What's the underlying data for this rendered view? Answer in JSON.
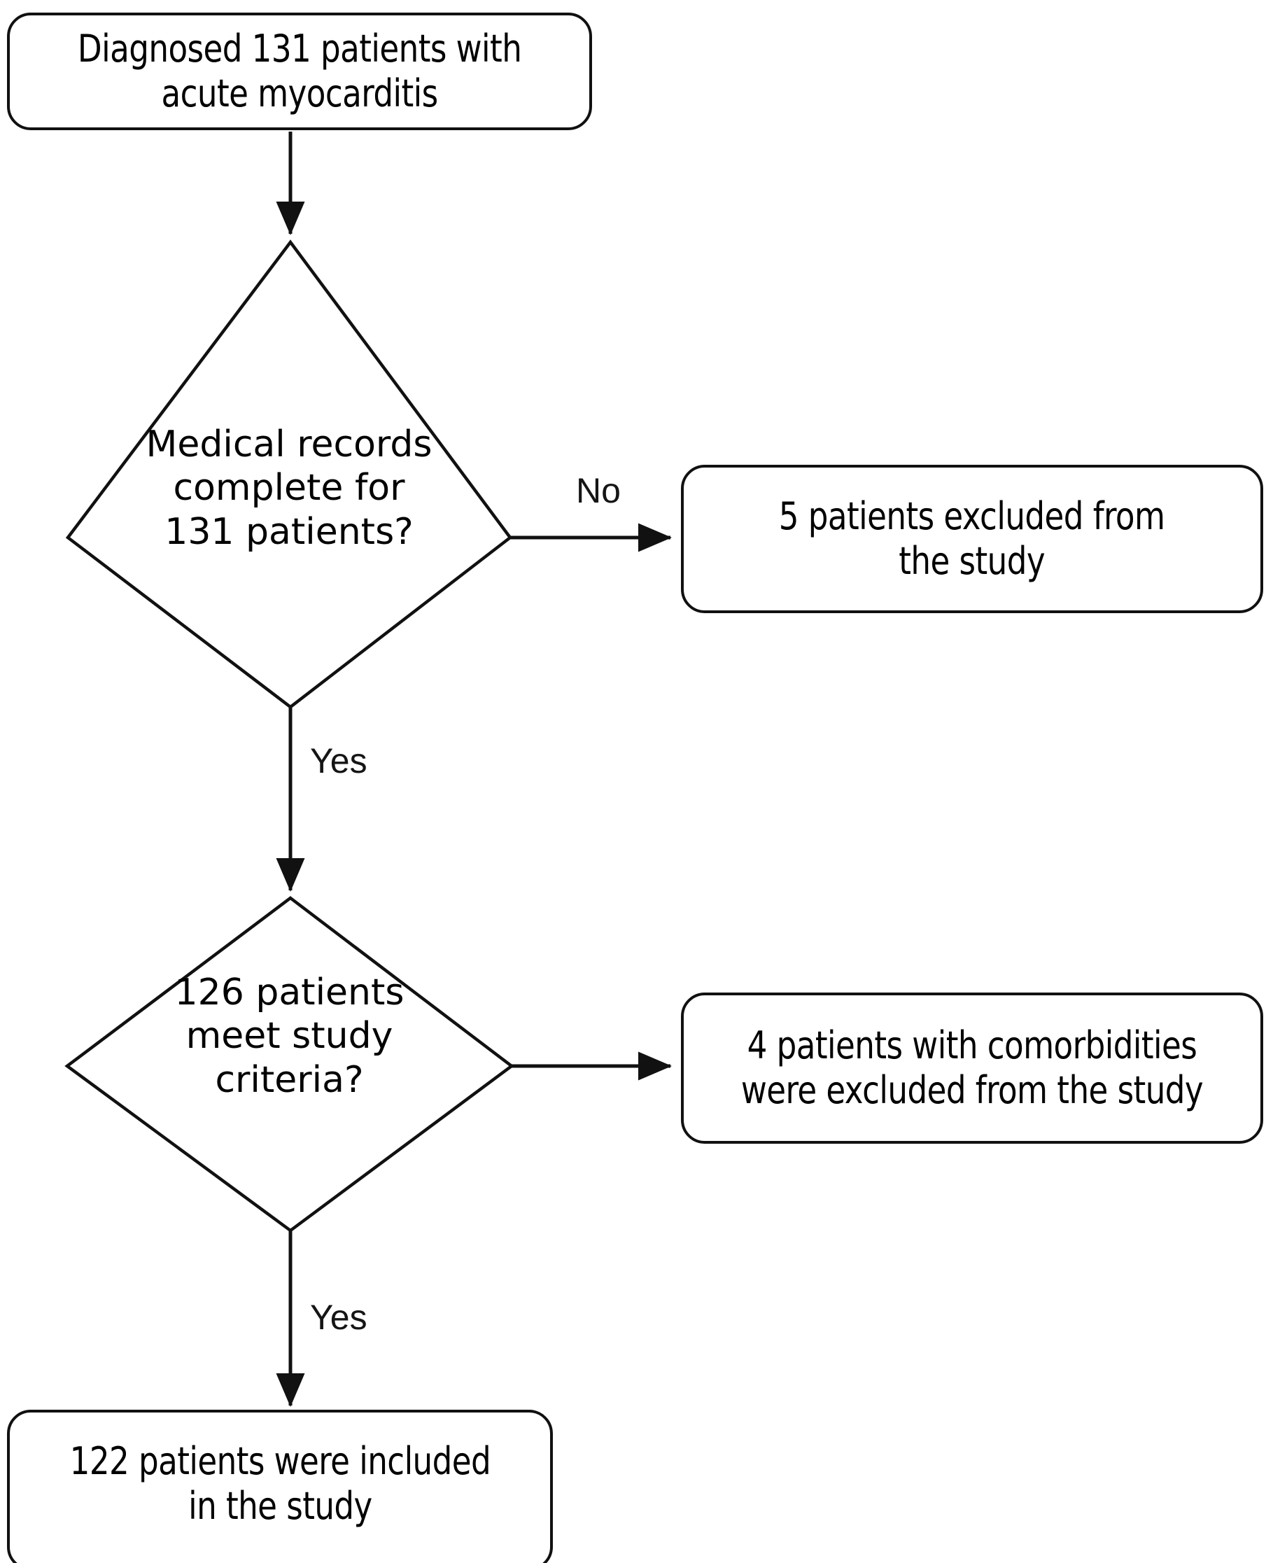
{
  "diagram": {
    "title": "Patient selection flowchart for acute myocarditis study",
    "stroke_color": "#111111",
    "text_color": "#000000",
    "background_color": "#ffffff"
  },
  "nodes": {
    "start_box": {
      "type": "terminator",
      "text": "Diagnosed 131 patients with\nacute myocarditis"
    },
    "decision_records": {
      "type": "decision",
      "text": "Medical records\ncomplete for\n131 patients?"
    },
    "excluded_incomplete": {
      "type": "process",
      "text": "5 patients excluded from\nthe study"
    },
    "decision_criteria": {
      "type": "decision",
      "text": "126 patients\nmeet study\ncriteria?"
    },
    "excluded_comorbidities": {
      "type": "process",
      "text": "4 patients with comorbidities\nwere excluded from the study"
    },
    "end_box": {
      "type": "terminator",
      "text": "122 patients were included\nin the study"
    }
  },
  "edge_labels": {
    "records_no": "No",
    "records_yes": "Yes",
    "criteria_yes": "Yes"
  },
  "counts": {
    "diagnosed": 131,
    "excluded_incomplete_records": 5,
    "meeting_criteria": 126,
    "excluded_comorbidities": 4,
    "included": 122
  }
}
